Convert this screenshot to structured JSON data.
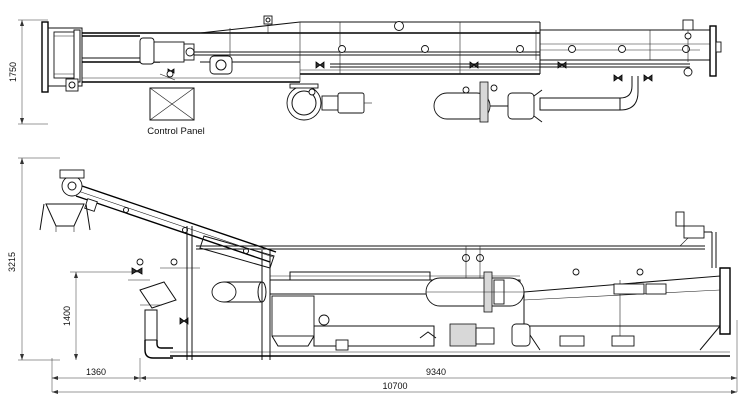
{
  "labels": {
    "control_panel": "Control Panel"
  },
  "dimensions": {
    "plan_height": "1750",
    "elev_height": "3215",
    "inlet_height": "1400",
    "inlet_length": "1360",
    "main_length": "9340",
    "overall_length": "10700"
  }
}
